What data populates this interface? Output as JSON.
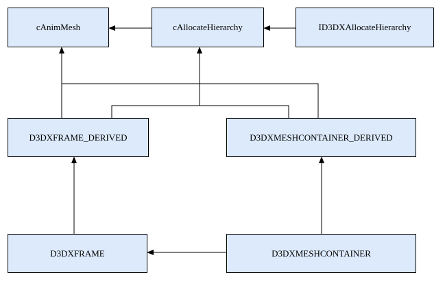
{
  "colors": {
    "node_fill": "#ddeafb",
    "node_border": "#000000",
    "edge": "#000000",
    "background": "#ffffff"
  },
  "nodes": [
    {
      "id": "animmesh",
      "label": "cAnimMesh"
    },
    {
      "id": "alloc",
      "label": "cAllocateHierarchy"
    },
    {
      "id": "id3dx",
      "label": "ID3DXAllocateHierarchy"
    },
    {
      "id": "frame_d",
      "label": "D3DXFRAME_DERIVED"
    },
    {
      "id": "mesh_d",
      "label": "D3DXMESHCONTAINER_DERIVED"
    },
    {
      "id": "frame",
      "label": "D3DXFRAME"
    },
    {
      "id": "mesh",
      "label": "D3DXMESHCONTAINER"
    }
  ],
  "edges": [
    {
      "from": "alloc",
      "to": "animmesh"
    },
    {
      "from": "id3dx",
      "to": "alloc"
    },
    {
      "from": "frame_d",
      "to": "animmesh"
    },
    {
      "from": "mesh_d",
      "to": "animmesh"
    },
    {
      "from": "frame_d",
      "to": "alloc"
    },
    {
      "from": "mesh_d",
      "to": "alloc"
    },
    {
      "from": "frame",
      "to": "frame_d"
    },
    {
      "from": "mesh",
      "to": "mesh_d"
    },
    {
      "from": "mesh",
      "to": "frame"
    }
  ]
}
